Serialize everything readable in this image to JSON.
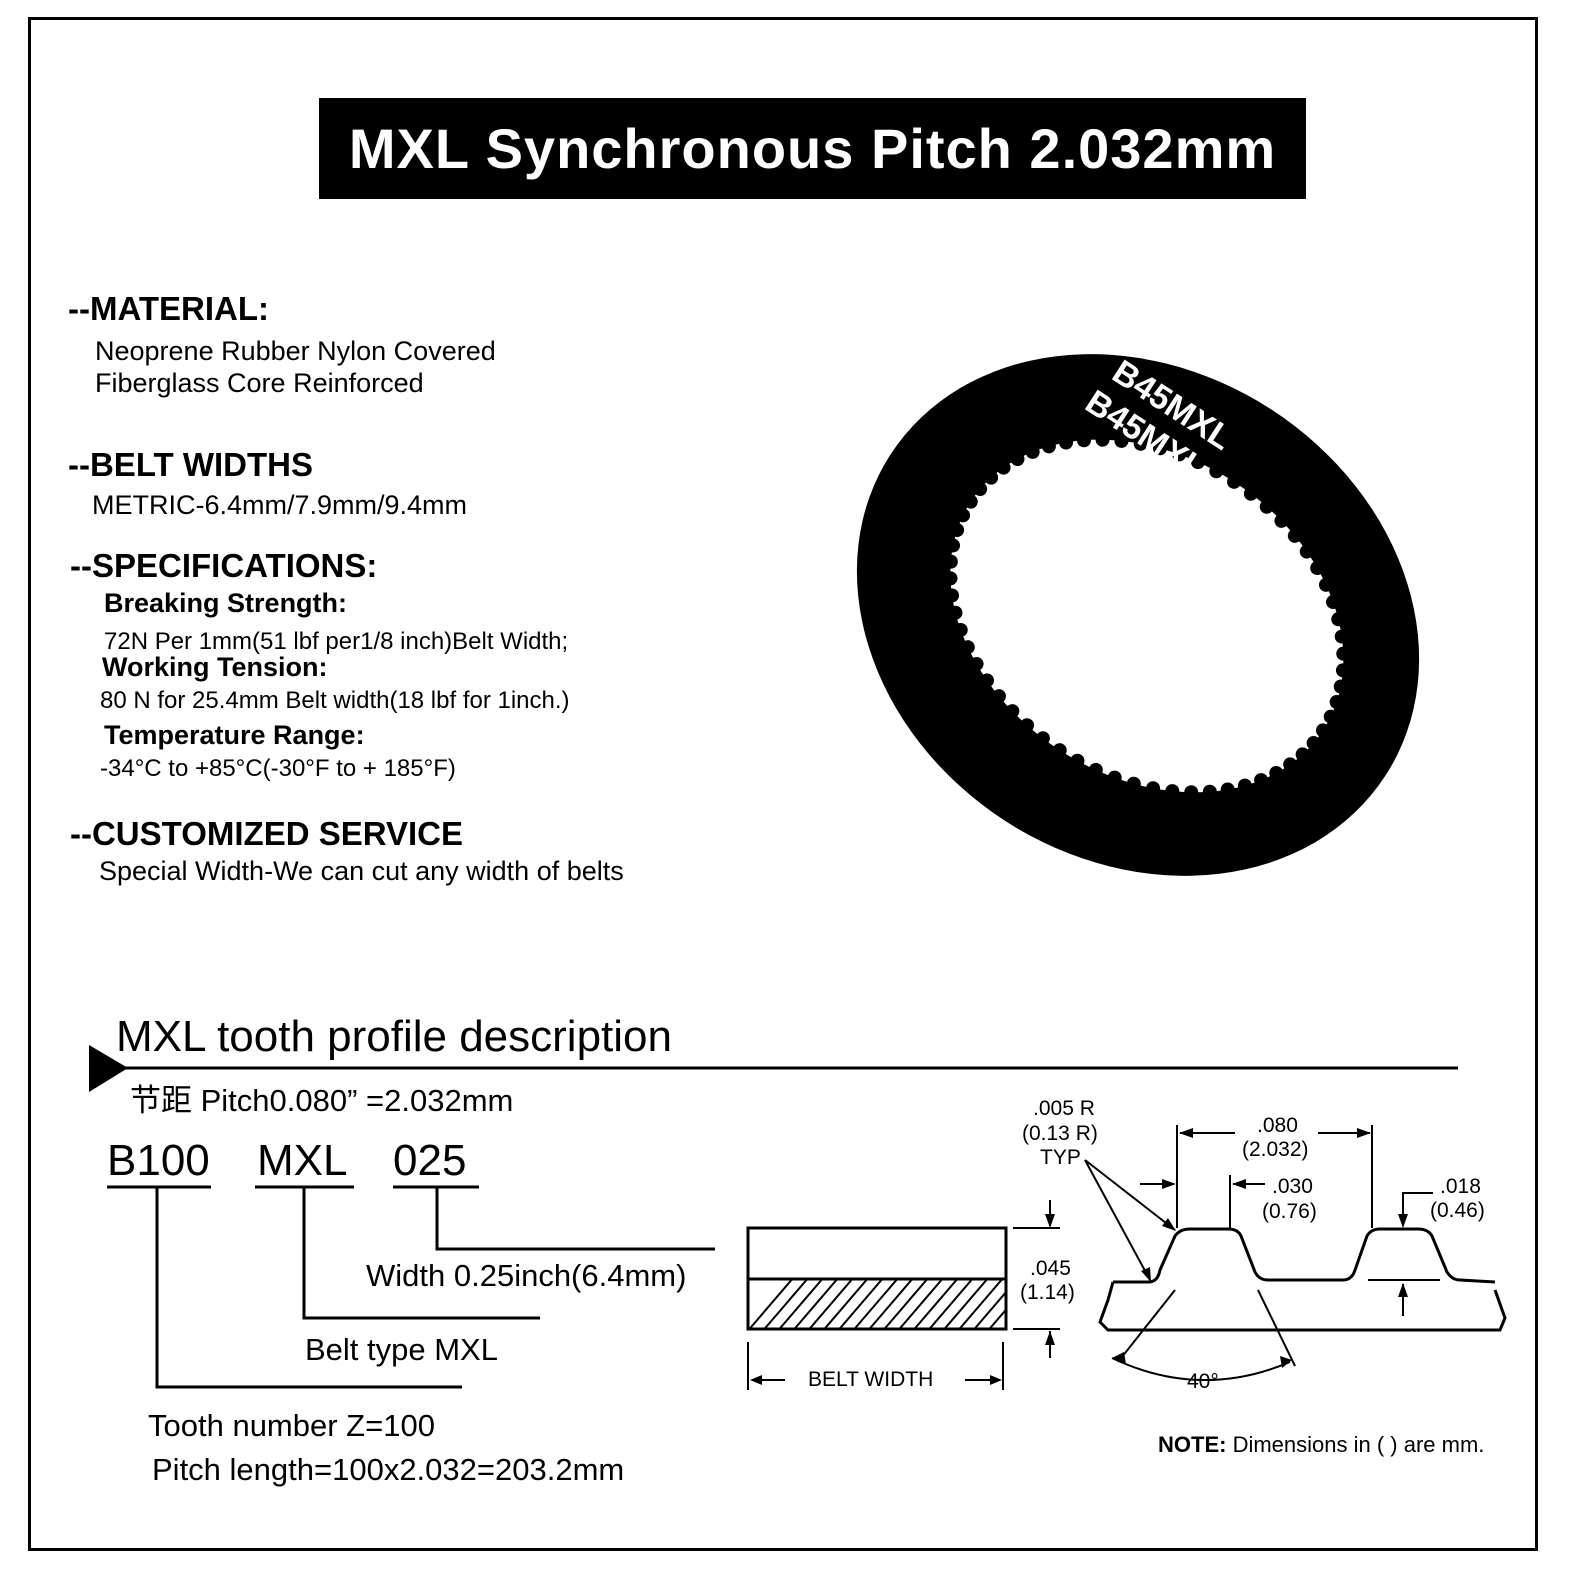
{
  "title": "MXL Synchronous Pitch 2.032mm",
  "material": {
    "heading": "--MATERIAL:",
    "line1": "Neoprene Rubber Nylon Covered",
    "line2": "Fiberglass Core Reinforced"
  },
  "belt_widths": {
    "heading": "--BELT WIDTHS",
    "line1": "METRIC-6.4mm/7.9mm/9.4mm"
  },
  "specifications": {
    "heading": "--SPECIFICATIONS:",
    "breaking_label": "Breaking Strength:",
    "breaking_value": "72N Per 1mm(51 lbf per1/8 inch)Belt Width;",
    "working_label": "Working Tension:",
    "working_value": "80 N for 25.4mm Belt width(18 lbf for 1inch.)",
    "temp_label": "Temperature Range:",
    "temp_value": "-34°C to +85°C(-30°F to + 185°F)"
  },
  "customized": {
    "heading": "--CUSTOMIZED SERVICE",
    "line1": "Special Width-We can cut any width of belts"
  },
  "belt_image": {
    "label1": "B45MXL",
    "label2": "B45MXL"
  },
  "profile": {
    "title": "MXL tooth profile description",
    "pitch_line": "节距 Pitch0.080”  =2.032mm",
    "code_b": "B100",
    "code_mxl": "MXL",
    "code_width": "025",
    "width_label": "Width 0.25inch(6.4mm)",
    "belt_type_label": "Belt type MXL",
    "tooth_number": "Tooth number Z=100",
    "pitch_length": "Pitch length=100x2.032=203.2mm"
  },
  "diagram": {
    "radius_in": ".005 R",
    "radius_mm": "(0.13 R)",
    "radius_typ": "TYP",
    "pitch_in": ".080",
    "pitch_mm": "(2.032)",
    "tip_in": ".030",
    "tip_mm": "(0.76)",
    "tooth_h_in": ".018",
    "tooth_h_mm": "(0.46)",
    "thick_in": ".045",
    "thick_mm": "(1.14)",
    "belt_width_label": "BELT WIDTH",
    "angle_label": "40°",
    "note_bold": "NOTE:",
    "note_text": "Dimensions in (  ) are mm."
  }
}
